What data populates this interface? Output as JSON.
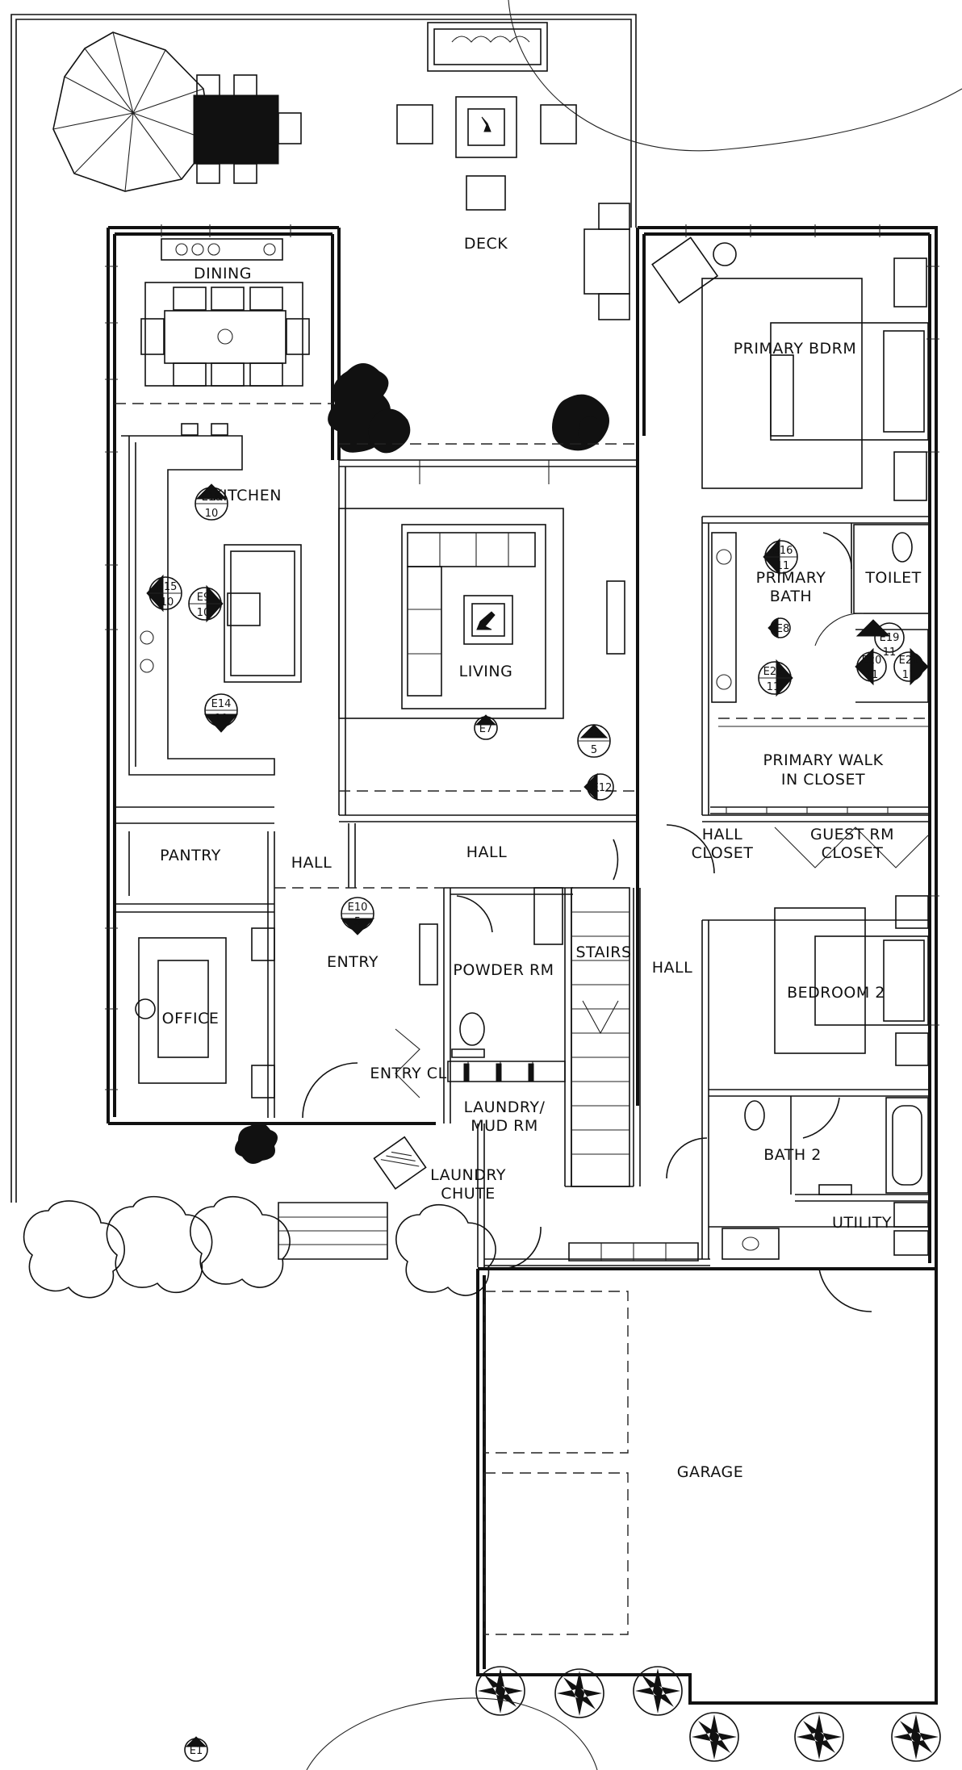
{
  "rooms": {
    "deck": "DECK",
    "dining": "DINING",
    "kitchen": "KITCHEN",
    "living": "LIVING",
    "primary_bdrm": "PRIMARY BDRM",
    "primary_bath_1": "PRIMARY",
    "primary_bath_2": "BATH",
    "toilet": "TOILET",
    "walk_closet_1": "PRIMARY WALK",
    "walk_closet_2": "IN CLOSET",
    "pantry": "PANTRY",
    "hall_left": "HALL",
    "hall_center": "HALL",
    "hall_closet_1": "HALL",
    "hall_closet_2": "CLOSET",
    "guest_closet_1": "GUEST RM",
    "guest_closet_2": "CLOSET",
    "entry": "ENTRY",
    "powder": "POWDER RM",
    "stairs": "STAIRS",
    "hall_right": "HALL",
    "office": "OFFICE",
    "bedroom2": "BEDROOM 2",
    "entry_closet": "ENTRY CL",
    "laundry_1": "LAUNDRY/",
    "laundry_2": "MUD RM",
    "chute_1": "LAUNDRY",
    "chute_2": "CHUTE",
    "bath2": "BATH 2",
    "utility": "UTILITY",
    "garage": "GARAGE"
  },
  "markers": {
    "e18": {
      "id": "E18",
      "sheet": "10"
    },
    "e15": {
      "id": "E15",
      "sheet": "10"
    },
    "e9": {
      "id": "E9",
      "sheet": "10"
    },
    "e14": {
      "id": "E14",
      "sheet": "10"
    },
    "e7": {
      "id": "E7"
    },
    "e6": {
      "id": "E6",
      "sheet": "5"
    },
    "e12": {
      "id": "E12"
    },
    "e10": {
      "id": "E10",
      "sheet": "5"
    },
    "e16": {
      "id": "E16",
      "sheet": "11"
    },
    "e8": {
      "id": "E8"
    },
    "e22": {
      "id": "E22",
      "sheet": "11"
    },
    "e19": {
      "id": "E19",
      "sheet": "11"
    },
    "e20": {
      "id": "E20",
      "sheet": "11"
    },
    "e21": {
      "id": "E21",
      "sheet": "11"
    },
    "e1": {
      "id": "E1"
    }
  }
}
